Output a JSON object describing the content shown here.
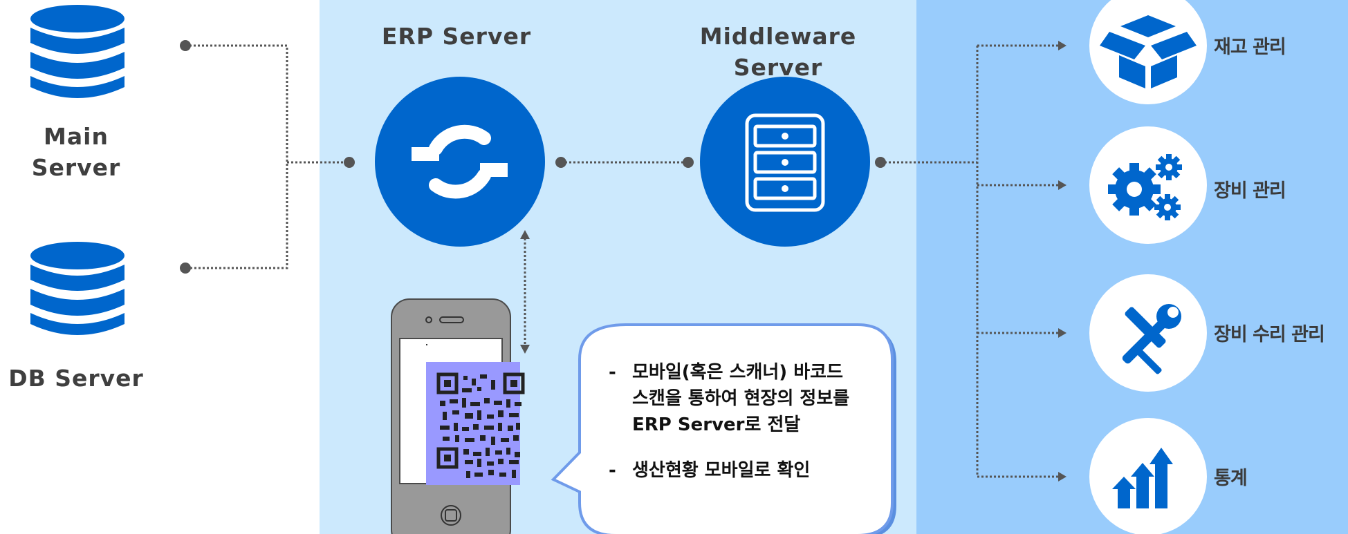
{
  "servers": {
    "main": {
      "label": "Main\nServer",
      "icon": "database-icon"
    },
    "db": {
      "label": "DB Server",
      "icon": "database-icon"
    },
    "erp": {
      "label": "ERP Server",
      "icon": "sync-icon"
    },
    "middleware": {
      "label": "Middleware\nServer",
      "icon": "server-rack-icon"
    }
  },
  "modules": [
    {
      "label": "재고 관리",
      "icon": "box-icon"
    },
    {
      "label": "장비 관리",
      "icon": "gears-icon"
    },
    {
      "label": "장비 수리 관리",
      "icon": "wrench-screwdriver-icon"
    },
    {
      "label": "통계",
      "icon": "chart-arrows-icon"
    }
  ],
  "callout": {
    "item1": "모바일(혹은 스캐너) 바코드  스캔을 통하여 현장의 정보를 ERP Server로 전달",
    "item2": "생산현황 모바일로 확인",
    "dash": "-"
  },
  "colors": {
    "primary": "#0066cc",
    "panel_mid": "#cce9fd",
    "panel_right": "#99ccfc",
    "connector": "#555555",
    "qr_bg": "#9999ff",
    "phone": "#999999"
  }
}
